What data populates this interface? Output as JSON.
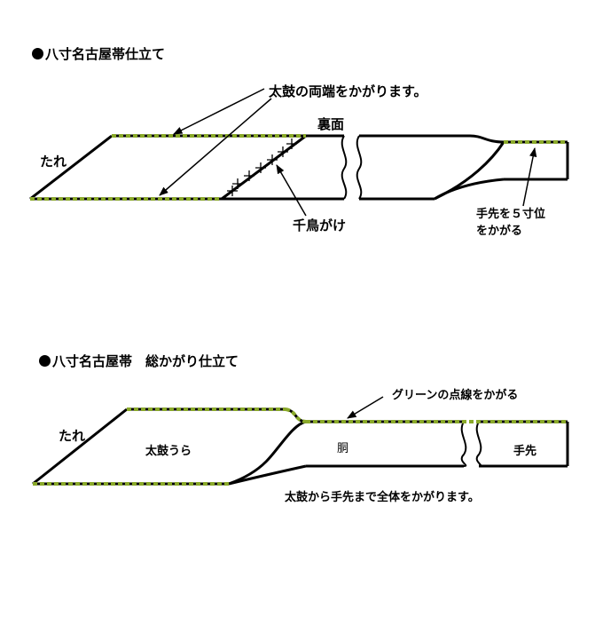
{
  "section1": {
    "title": "八寸名古屋帯仕立て",
    "label_tare": "たれ",
    "label_urazura": "裏面",
    "note_taiko_ends": "太鼓の両端をかがります。",
    "label_chidori": "千鳥がけ",
    "note_tesaki_line1": "手先を５寸位",
    "note_tesaki_line2": "をかがる"
  },
  "section2": {
    "title": "八寸名古屋帯　総かがり仕立て",
    "label_tare": "たれ",
    "label_taiko_ura": "太鼓うら",
    "label_do": "胴",
    "label_tesaki": "手先",
    "note_green_dots": "グリーンの点線をかがる",
    "note_whole": "太鼓から手先まで全体をかがります。"
  },
  "colors": {
    "stitch": "#8aa92a",
    "line": "#000000"
  }
}
